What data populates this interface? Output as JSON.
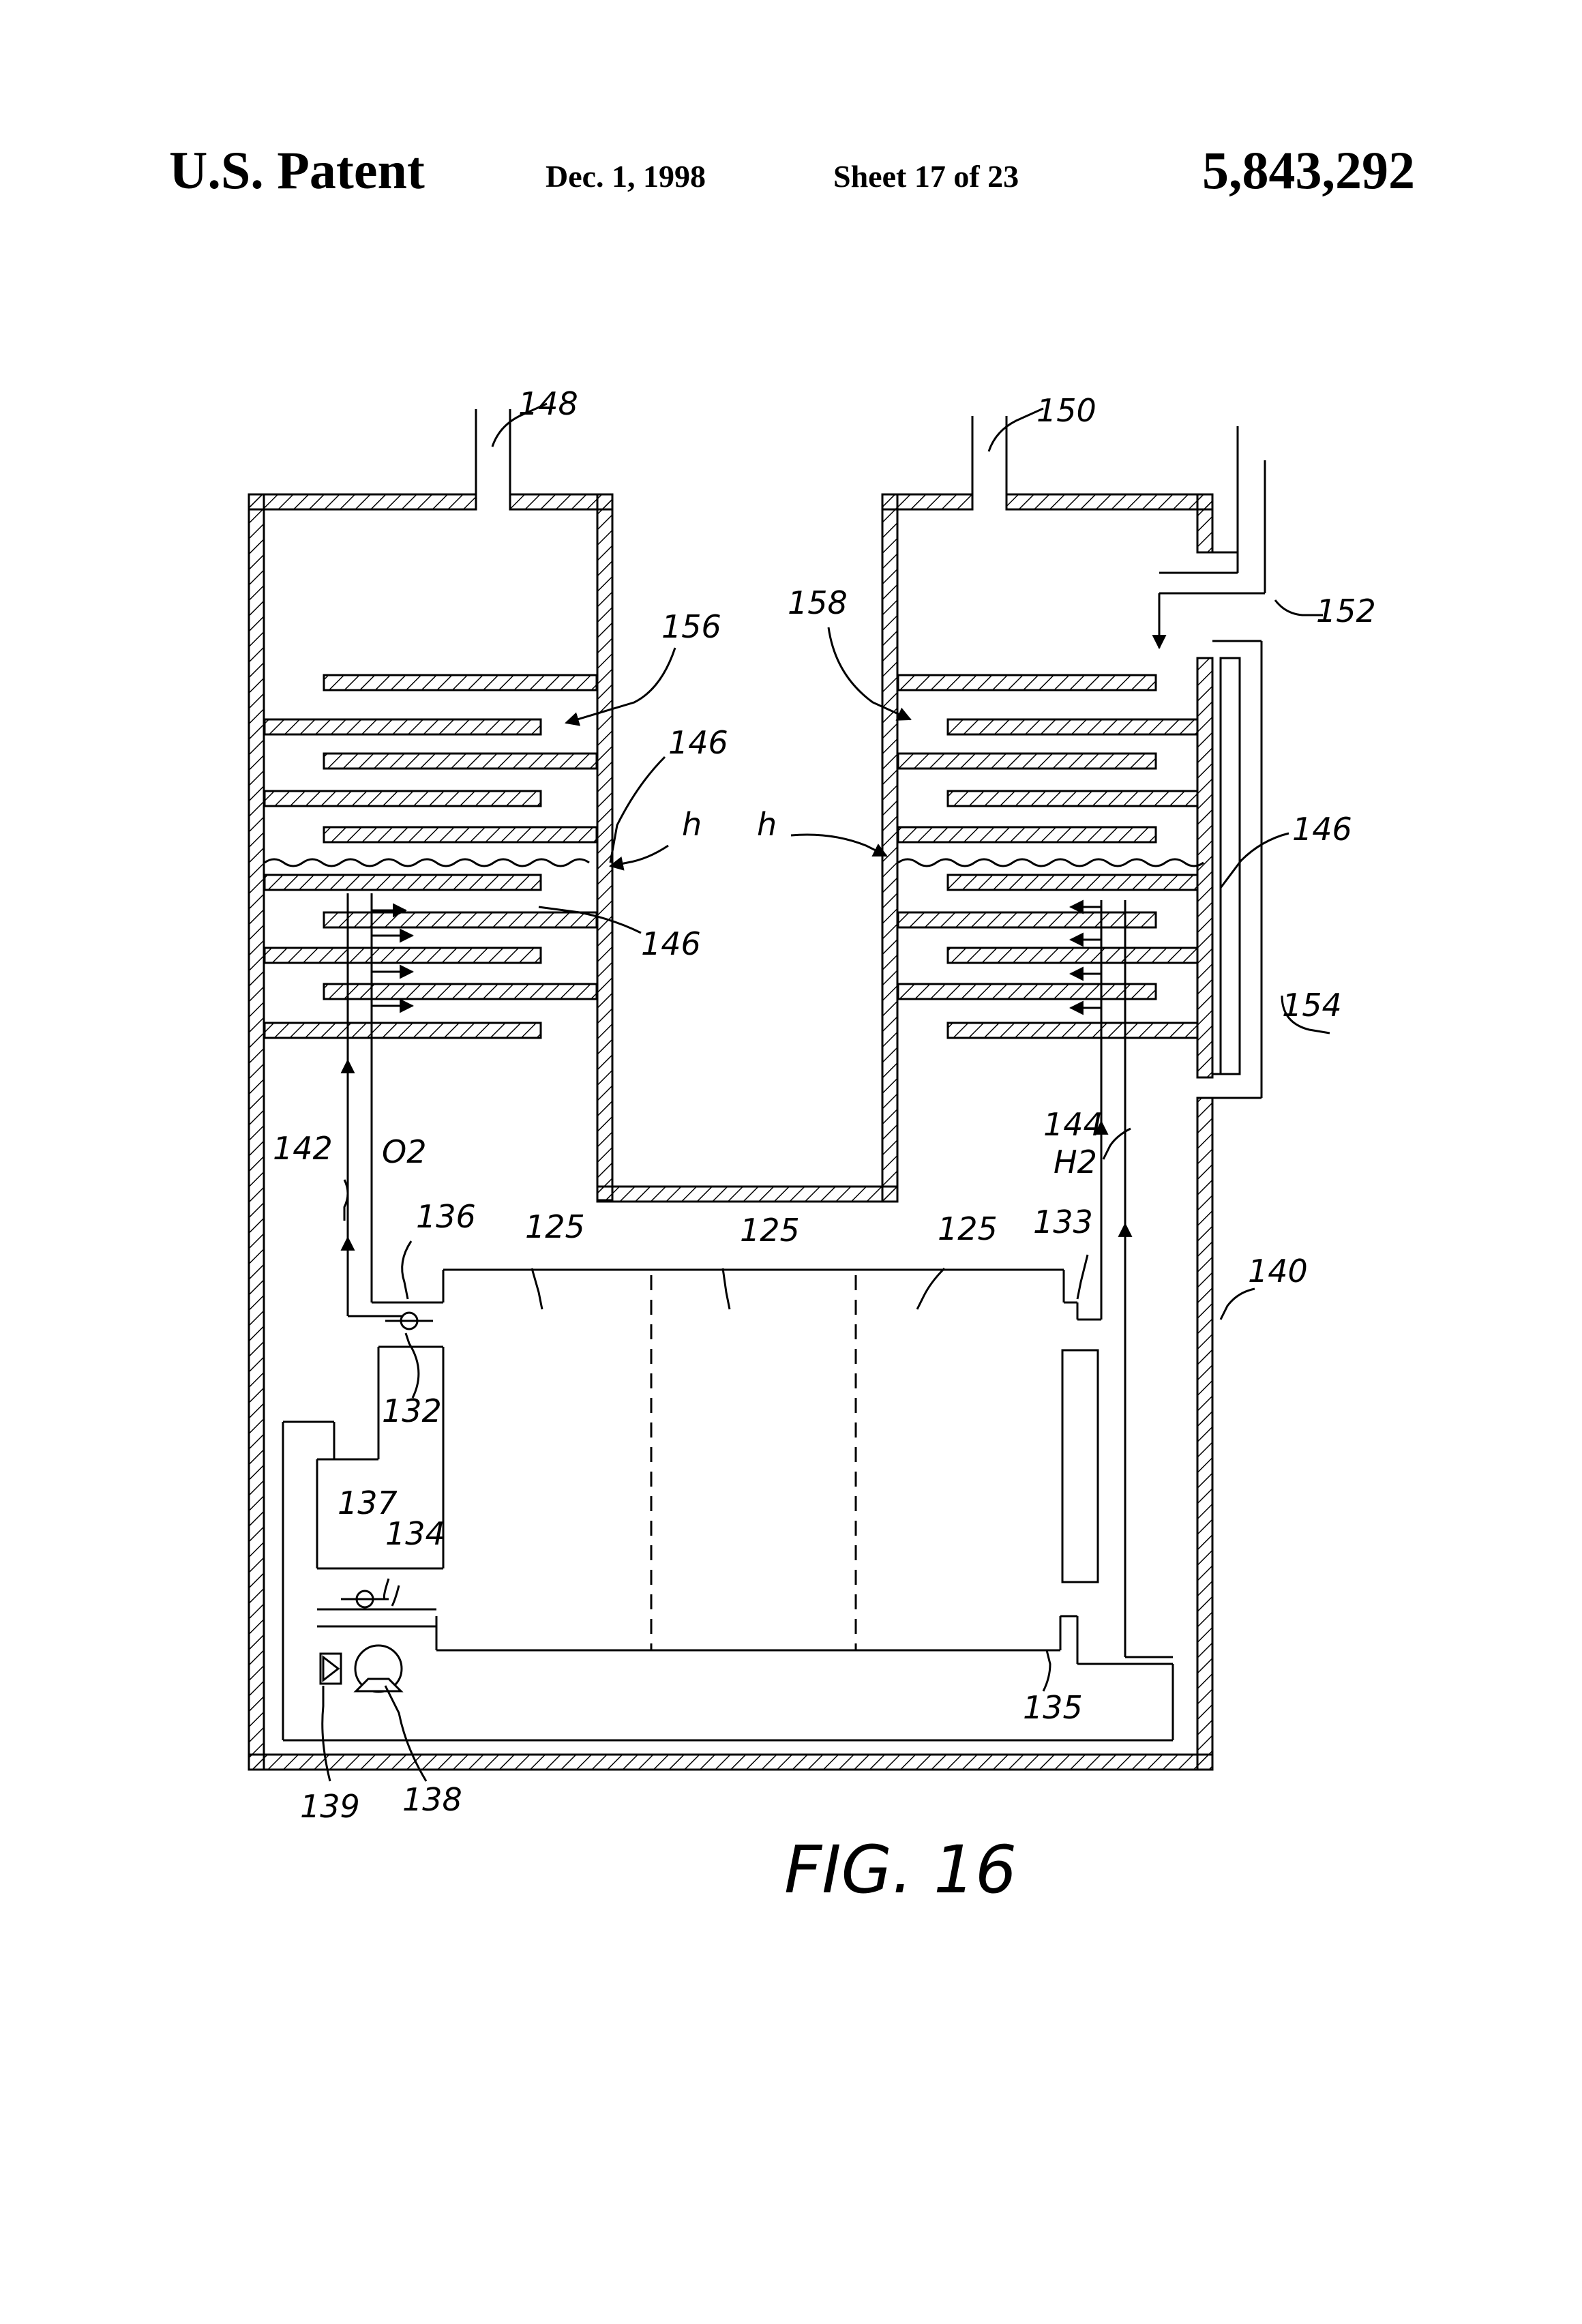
{
  "header": {
    "left_title": "U.S. Patent",
    "date": "Dec. 1, 1998",
    "sheet": "Sheet 17 of 23",
    "patent_number": "5,843,292"
  },
  "figure": {
    "caption": "FIG. 16",
    "labels": {
      "l148": "148",
      "l150": "150",
      "l152": "152",
      "l156": "156",
      "l158": "158",
      "l146a": "146",
      "l146b": "146",
      "l146c": "146",
      "lh_left": "h",
      "lh_right": "h",
      "l154": "154",
      "l142": "142",
      "lO2": "O2",
      "l144": "144",
      "lH2": "H2",
      "l136": "136",
      "l125a": "125",
      "l125b": "125",
      "l125c": "125",
      "l133": "133",
      "l140": "140",
      "l132": "132",
      "l137": "137",
      "l134": "134",
      "l135": "135",
      "l139": "139",
      "l138": "138"
    }
  }
}
